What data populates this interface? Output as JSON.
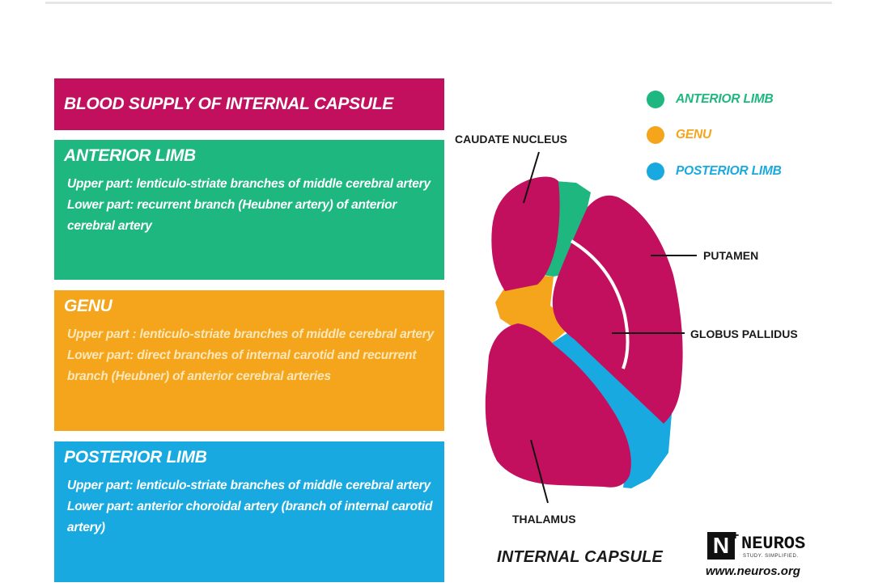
{
  "title": "BLOOD SUPPLY OF INTERNAL CAPSULE",
  "boxes": {
    "anterior": {
      "heading": "ANTERIOR LIMB",
      "upper": "Upper part: lenticulo-striate branches of middle cerebral artery",
      "lower": "Lower part: recurrent branch (Heubner artery) of anterior cerebral artery"
    },
    "genu": {
      "heading": "GENU",
      "upper": "Upper part : lenticulo-striate branches of middle cerebral artery",
      "lower": "Lower part: direct branches of internal carotid and recurrent branch (Heubner) of anterior cerebral arteries"
    },
    "posterior": {
      "heading": "POSTERIOR LIMB",
      "upper": "Upper part: lenticulo-striate branches of middle cerebral artery",
      "lower": "Lower part: anterior choroidal artery (branch of internal carotid artery)"
    }
  },
  "legend": [
    {
      "label": "ANTERIOR LIMB",
      "color": "#1db77f"
    },
    {
      "label": "GENU",
      "color": "#f4a51c"
    },
    {
      "label": "POSTERIOR LIMB",
      "color": "#19a9e1"
    }
  ],
  "labels": {
    "caudate": "CAUDATE NUCLEUS",
    "putamen": "PUTAMEN",
    "globus": "GLOBUS PALLIDUS",
    "thalamus": "THALAMUS"
  },
  "caption": "INTERNAL CAPSULE",
  "logo": {
    "mark": "N",
    "plus": "+",
    "name": "NEUROS",
    "tagline": "STUDY. SIMPLIFIED.",
    "url": "www.neuros.org"
  },
  "colors": {
    "magenta": "#c2105f",
    "green": "#1db77f",
    "orange": "#f4a51c",
    "blue": "#19a9e1"
  }
}
